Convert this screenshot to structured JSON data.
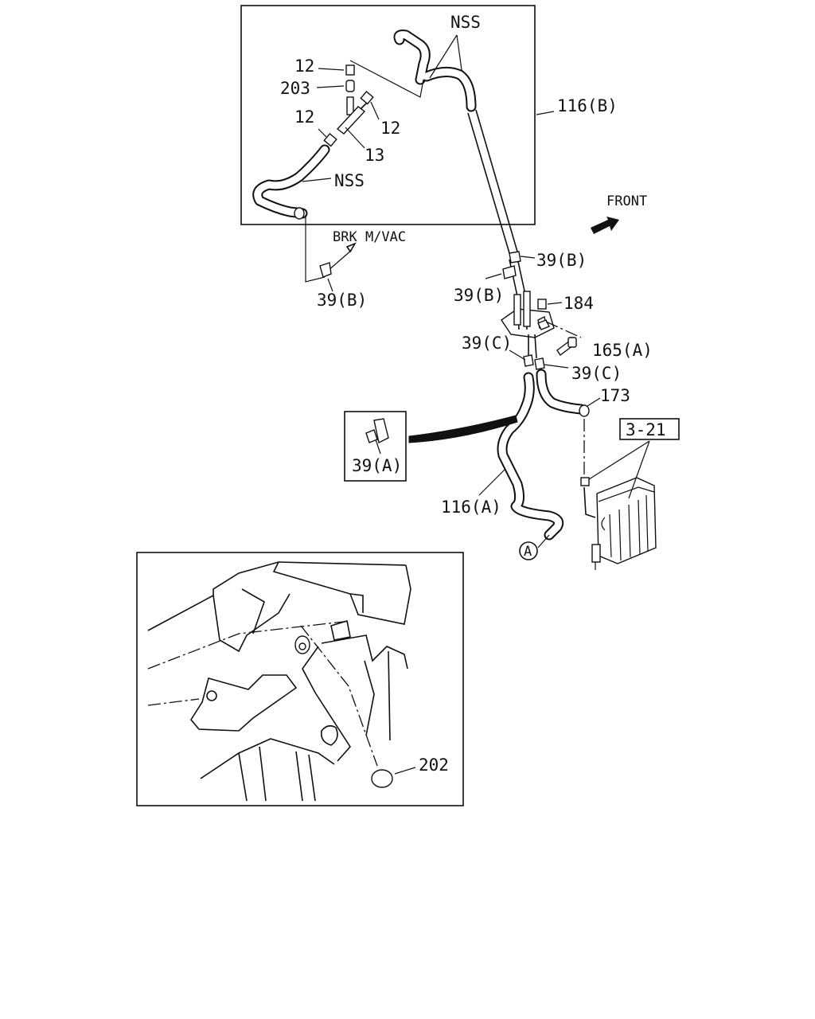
{
  "labels": {
    "nss_top": "NSS",
    "p12_top": "12",
    "p203": "203",
    "p12_left": "12",
    "p12_right": "12",
    "p13": "13",
    "nss_mid": "NSS",
    "p116b": "116(B)",
    "front": "FRONT",
    "brk_mvac": "BRK M/VAC",
    "p39b_left": "39(B)",
    "p39b_right": "39(B)",
    "p39b_center": "39(B)",
    "p184": "184",
    "p39c_left": "39(C)",
    "p165a": "165(A)",
    "p39c_right": "39(C)",
    "p173": "173",
    "p3_21": "3-21",
    "p39a": "39(A)",
    "p116a": "116(A)",
    "ref_a": "A",
    "p202": "202"
  }
}
